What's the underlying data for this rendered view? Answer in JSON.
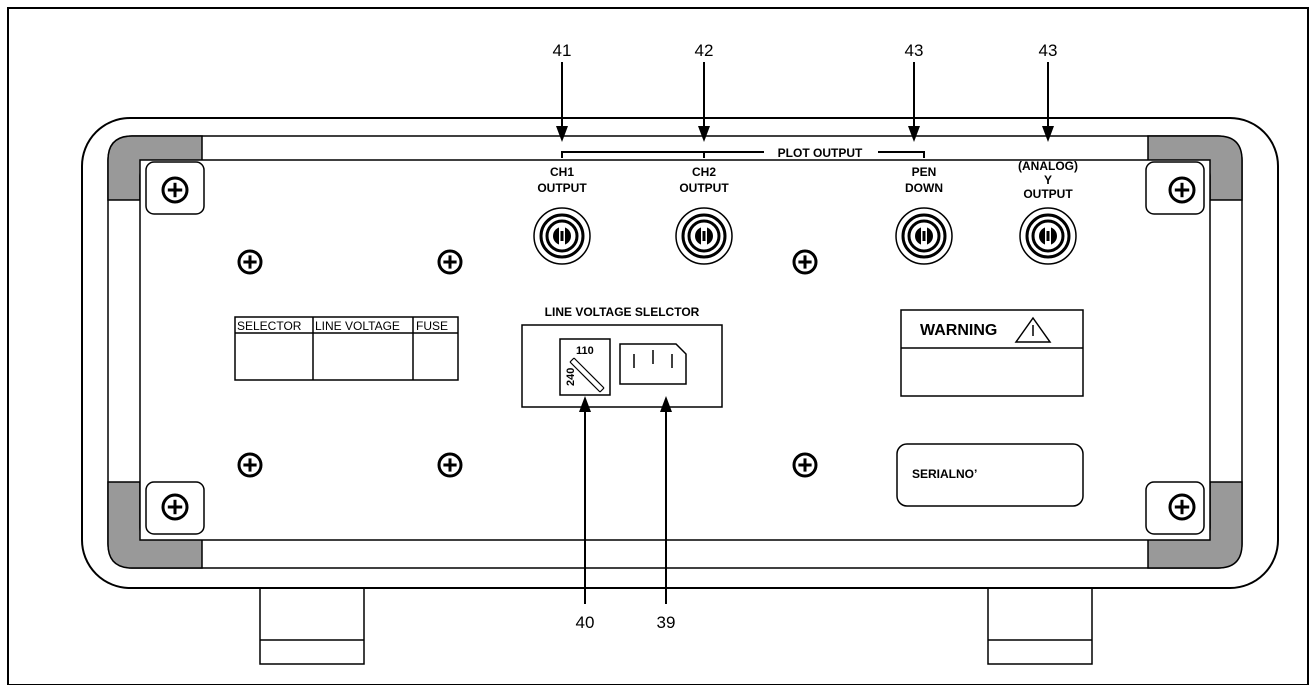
{
  "callouts": {
    "c41": "41",
    "c42": "42",
    "c43a": "43",
    "c43b": "43",
    "c40": "40",
    "c39": "39"
  },
  "group_label": "PLOT OUTPUT",
  "connectors": {
    "ch1": [
      "CH1",
      "OUTPUT"
    ],
    "ch2": [
      "CH2",
      "OUTPUT"
    ],
    "pen": [
      "PEN",
      "DOWN"
    ],
    "y": [
      "(ANALOG)",
      "Y",
      "OUTPUT"
    ]
  },
  "line_voltage_title": "LINE VOLTAGE SLELCTOR",
  "voltage_values": {
    "v110": "110",
    "v240": "240"
  },
  "fuse_table_headers": [
    "SELECTOR",
    "LINE VOLTAGE",
    "FUSE"
  ],
  "warning_label": "WARNING",
  "serial_label": "SERIALNO’",
  "colors": {
    "bumper": "#999999",
    "line": "#000000",
    "background": "#ffffff"
  },
  "icons": [
    "screw-icon",
    "bnc-connector-icon",
    "warning-triangle-icon",
    "power-inlet-icon"
  ]
}
